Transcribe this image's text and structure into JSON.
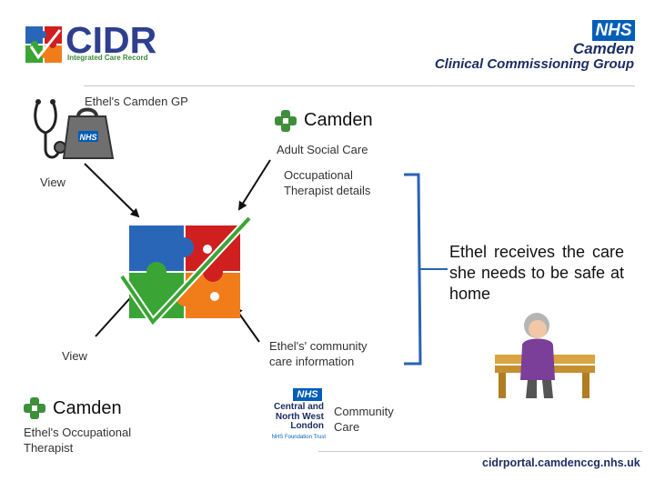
{
  "header": {
    "cidr_logo_text": "CIDR",
    "cidr_logo_subtitle": "Integrated Care Record",
    "nhs_badge": "NHS",
    "ccg_line1": "Camden",
    "ccg_line2": "Clinical Commissioning Group"
  },
  "nodes": {
    "gp_label": "Ethel's Camden GP",
    "camden_logo_text": "Camden",
    "adult_social_care": "Adult Social Care",
    "ot_details": "Occupational Therapist details",
    "view_top": "View",
    "view_bottom": "View",
    "community_info": "Ethel's' community care information",
    "ethel_ot": "Ethel's Occupational Therapist",
    "community_care": "Community Care",
    "cnwl_badge": "NHS",
    "cnwl_name": "Central and North West London",
    "cnwl_trust": "NHS Foundation Trust"
  },
  "outcome": {
    "text": "Ethel receives the care she needs to be safe at home"
  },
  "footer": {
    "portal_url": "cidrportal.camdenccg.nhs.uk"
  },
  "colors": {
    "puzzle_blue": "#2a66b8",
    "puzzle_red": "#d01f1f",
    "puzzle_green": "#3aa535",
    "puzzle_orange": "#f07d1a",
    "bracket_blue": "#2863b4",
    "nhs_blue": "#005eb8",
    "camden_green": "#3f8f3a"
  },
  "icons": [
    "cidr-puzzle-icon",
    "stethoscope-bag-icon",
    "camden-cross-icon",
    "puzzle-tick-icon",
    "elderly-woman-bench-icon"
  ]
}
